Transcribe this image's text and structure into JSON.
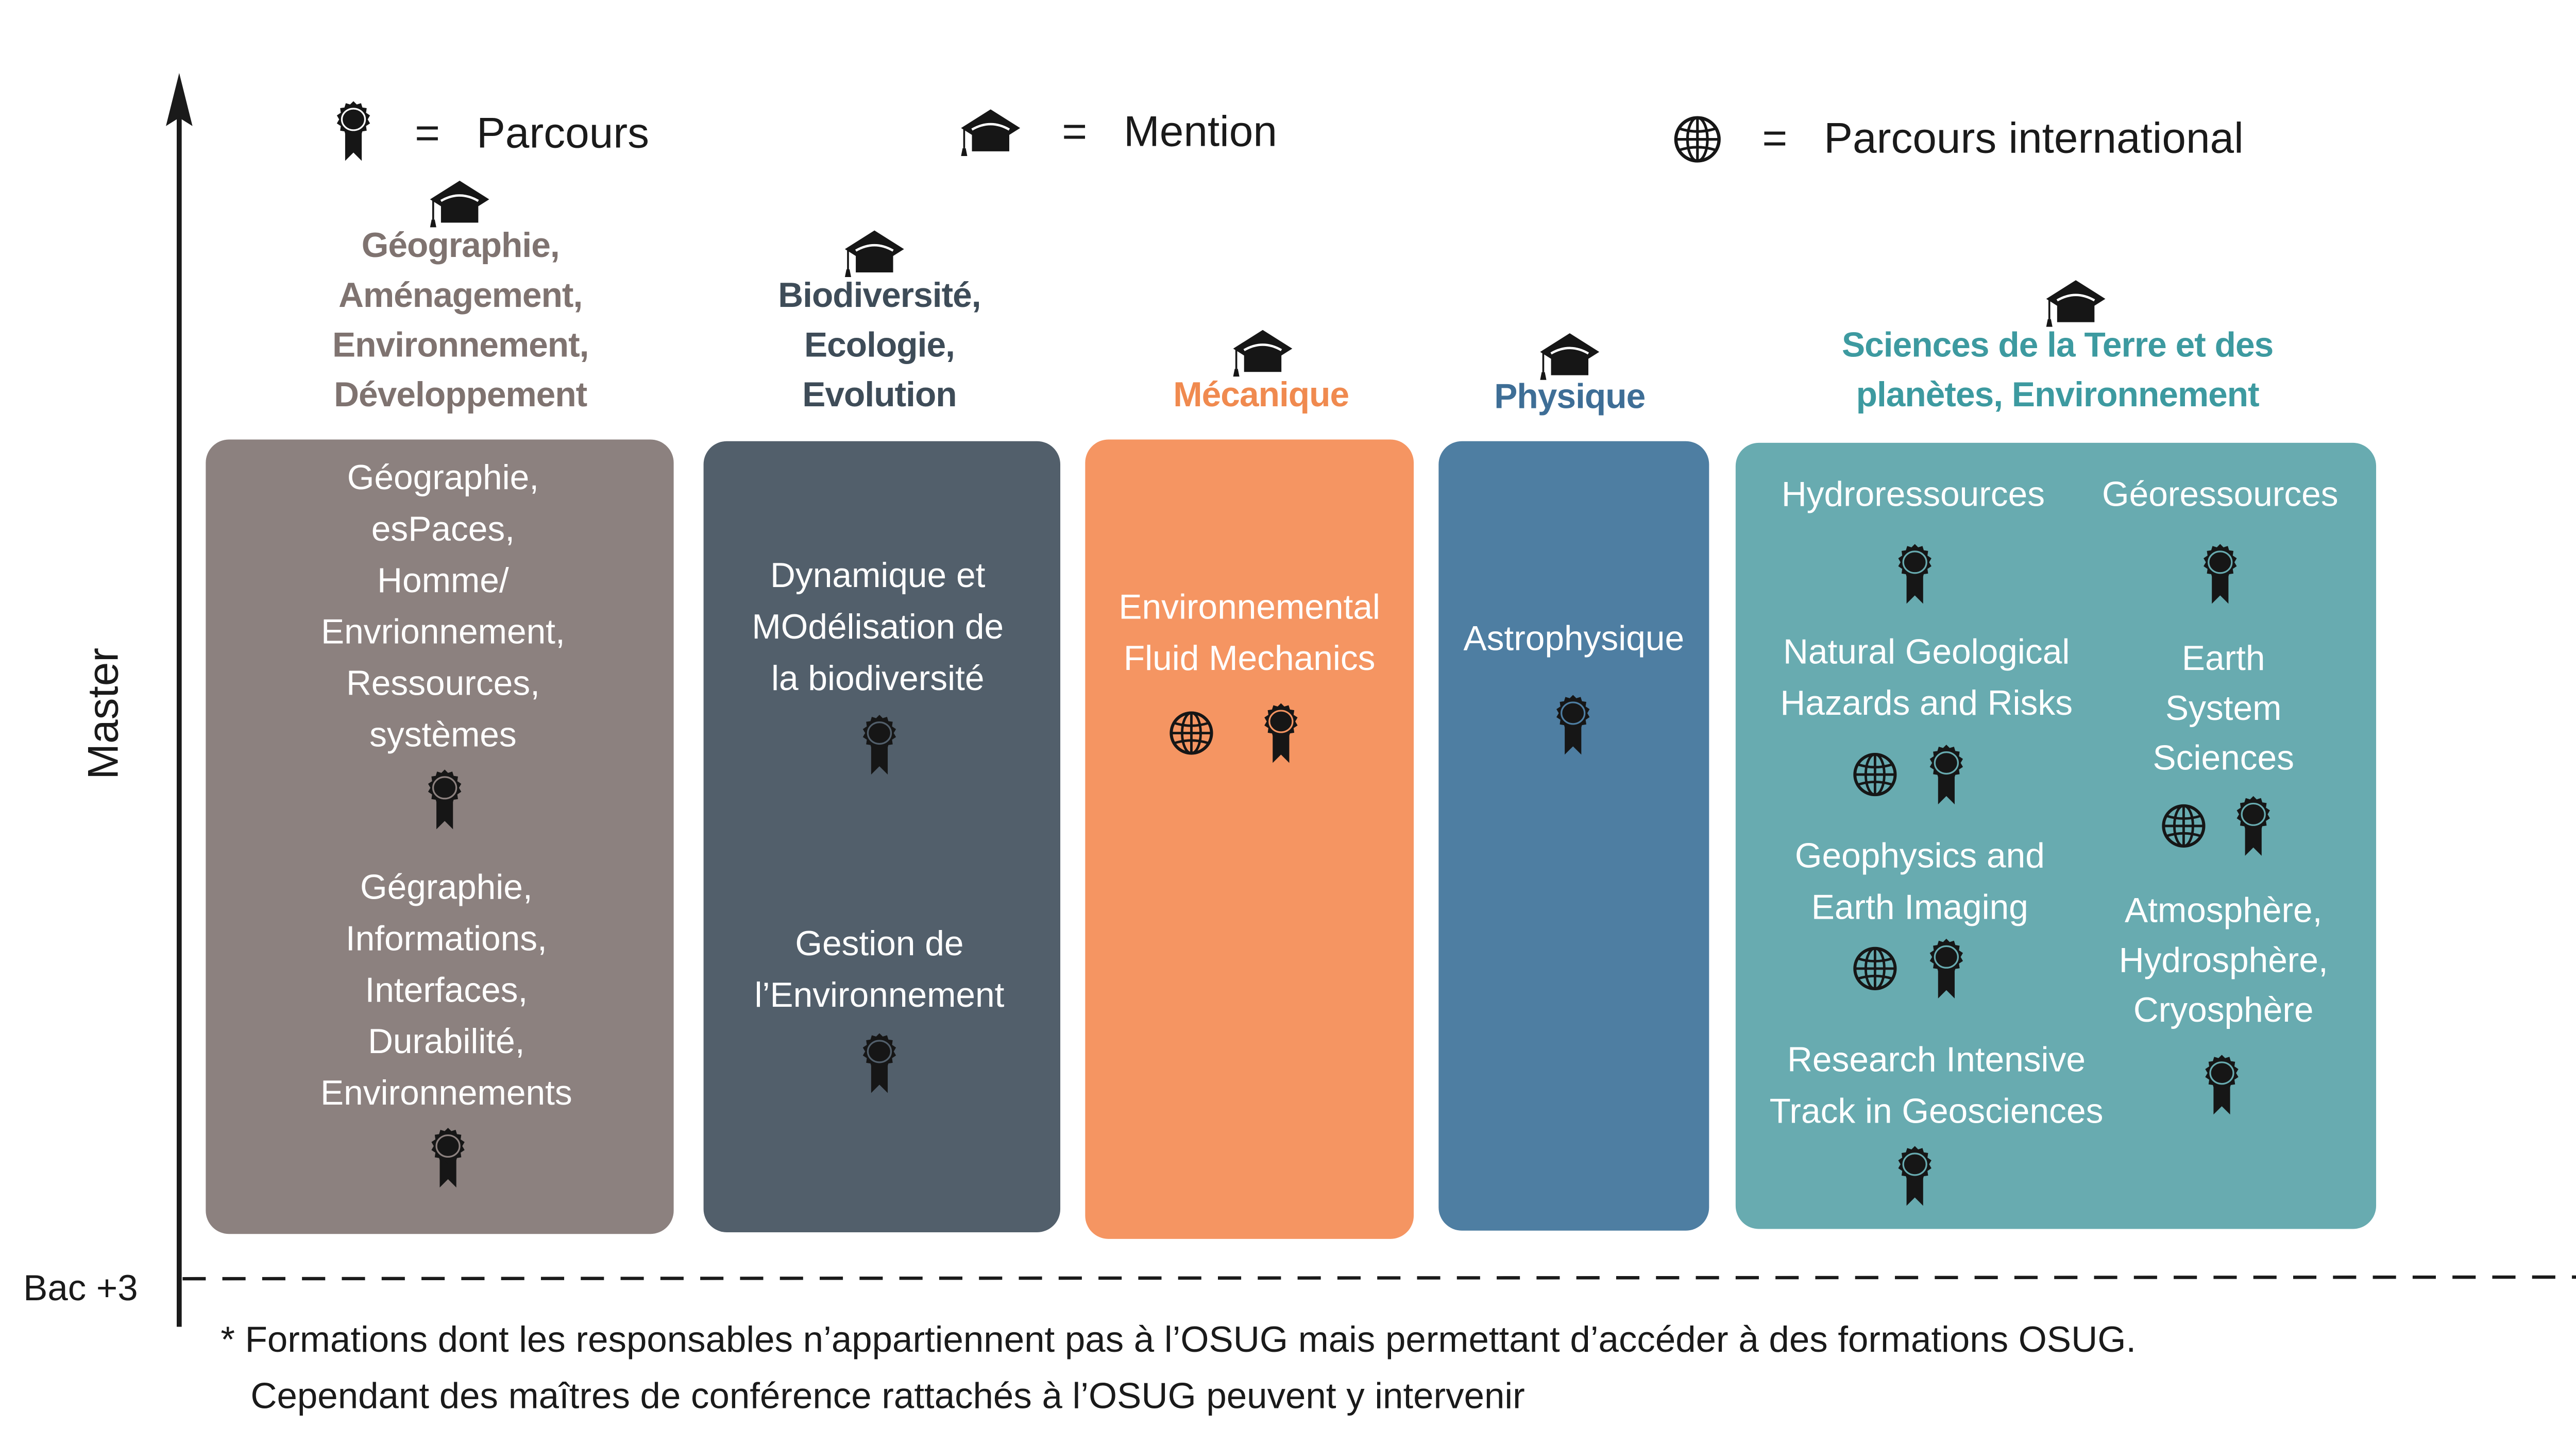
{
  "legend": {
    "parcours": {
      "icon": "ribbon-badge-icon",
      "equals": "=",
      "label": "Parcours"
    },
    "mention": {
      "icon": "graduation-cap-icon",
      "equals": "=",
      "label": "Mention"
    },
    "international": {
      "icon": "globe-icon",
      "equals": "=",
      "label": "Parcours international"
    }
  },
  "axis": {
    "label": "Master",
    "baseline_label": "Bac +3"
  },
  "colors": {
    "geo": "#8c817f",
    "bio": "#525f6b",
    "meca": "#f59562",
    "phys": "#4e7ea2",
    "ste": "#68abb0",
    "geo_title": "#7f7370",
    "bio_title": "#3e4c58",
    "meca_title": "#f08a4f",
    "phys_title": "#3e6e96",
    "ste_title": "#3d9aa0"
  },
  "mentions": [
    {
      "title_lines": [
        "Géographie,",
        "Aménagement,",
        "Environnement,",
        "Développement"
      ],
      "parcours": [
        {
          "lines": [
            "Géographie,",
            "esPaces,",
            "Homme/",
            "Envrionnement,",
            "Ressources,",
            "systèmes"
          ],
          "international": false
        },
        {
          "lines": [
            "Gégraphie,",
            "Informations,",
            "Interfaces,",
            "Durabilité,",
            "Environnements"
          ],
          "international": false
        }
      ]
    },
    {
      "title_lines": [
        "Biodiversité,",
        "Ecologie,",
        "Evolution"
      ],
      "parcours": [
        {
          "lines": [
            "Dynamique et",
            "MOdélisation de",
            "la biodiversité"
          ],
          "international": false
        },
        {
          "lines": [
            "Gestion de",
            "l’Environnement"
          ],
          "international": false
        }
      ]
    },
    {
      "title_lines": [
        "Mécanique"
      ],
      "parcours": [
        {
          "lines": [
            "Environnemental",
            "Fluid Mechanics"
          ],
          "international": true
        }
      ]
    },
    {
      "title_lines": [
        "Physique"
      ],
      "parcours": [
        {
          "lines": [
            "Astrophysique"
          ],
          "international": false
        }
      ]
    },
    {
      "title_lines": [
        "Sciences de la Terre et des",
        "planètes, Environnement"
      ],
      "parcours": [
        {
          "lines": [
            "Hydroressources"
          ],
          "international": false
        },
        {
          "lines": [
            "Géoressources"
          ],
          "international": false
        },
        {
          "lines": [
            "Natural Geological",
            "Hazards and Risks"
          ],
          "international": true
        },
        {
          "lines": [
            "Earth",
            "System",
            "Sciences"
          ],
          "international": true
        },
        {
          "lines": [
            "Geophysics and",
            "Earth Imaging"
          ],
          "international": true
        },
        {
          "lines": [
            "Atmosphère,",
            "Hydrosphère,",
            "Cryosphère"
          ],
          "international": false
        },
        {
          "lines": [
            "Research Intensive",
            "Track in Geosciences"
          ],
          "international": false
        }
      ]
    }
  ],
  "footnote": {
    "line1": "* Formations dont les responsables n’appartiennent pas à l’OSUG mais permettant d’accéder à des formations OSUG.",
    "line2": "Cependant des maîtres de conférence rattachés à l’OSUG peuvent y intervenir"
  }
}
